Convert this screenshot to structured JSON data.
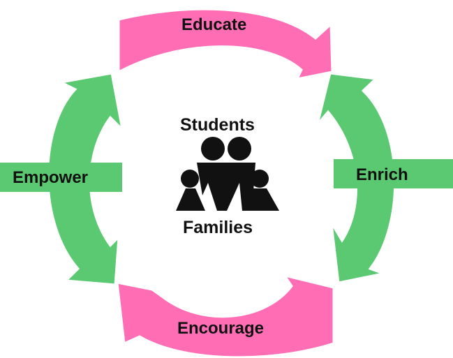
{
  "diagram": {
    "arrows": [
      {
        "id": "educate",
        "label": "Educate",
        "color": "#ff6eb4"
      },
      {
        "id": "enrich",
        "label": "Enrich",
        "color": "#5ac971"
      },
      {
        "id": "encourage",
        "label": "Encourage",
        "color": "#ff6eb4"
      },
      {
        "id": "empower",
        "label": "Empower",
        "color": "#5ac971"
      }
    ],
    "center": {
      "top_label": "Students",
      "bottom_label": "Families",
      "icon": "family-icon"
    }
  }
}
